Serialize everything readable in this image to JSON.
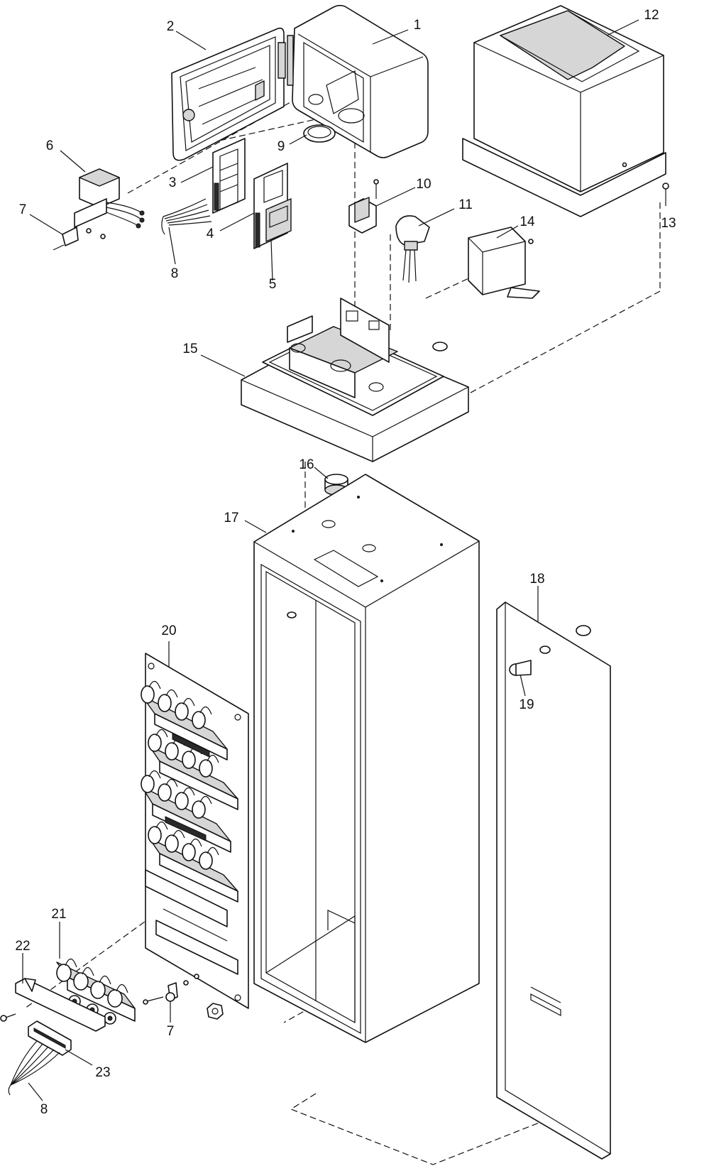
{
  "callouts": [
    {
      "id": "c1",
      "text": "1"
    },
    {
      "id": "c2",
      "text": "2"
    },
    {
      "id": "c3",
      "text": "3"
    },
    {
      "id": "c4",
      "text": "4"
    },
    {
      "id": "c5",
      "text": "5"
    },
    {
      "id": "c6",
      "text": "6"
    },
    {
      "id": "c7a",
      "text": "7"
    },
    {
      "id": "c8a",
      "text": "8"
    },
    {
      "id": "c9",
      "text": "9"
    },
    {
      "id": "c10",
      "text": "10"
    },
    {
      "id": "c11",
      "text": "11"
    },
    {
      "id": "c12",
      "text": "12"
    },
    {
      "id": "c13",
      "text": "13"
    },
    {
      "id": "c14",
      "text": "14"
    },
    {
      "id": "c15",
      "text": "15"
    },
    {
      "id": "c16",
      "text": "16"
    },
    {
      "id": "c17",
      "text": "17"
    },
    {
      "id": "c18",
      "text": "18"
    },
    {
      "id": "c19",
      "text": "19"
    },
    {
      "id": "c20",
      "text": "20"
    },
    {
      "id": "c21",
      "text": "21"
    },
    {
      "id": "c22",
      "text": "22"
    },
    {
      "id": "c7b",
      "text": "7"
    },
    {
      "id": "c23",
      "text": "23"
    },
    {
      "id": "c8b",
      "text": "8"
    }
  ]
}
